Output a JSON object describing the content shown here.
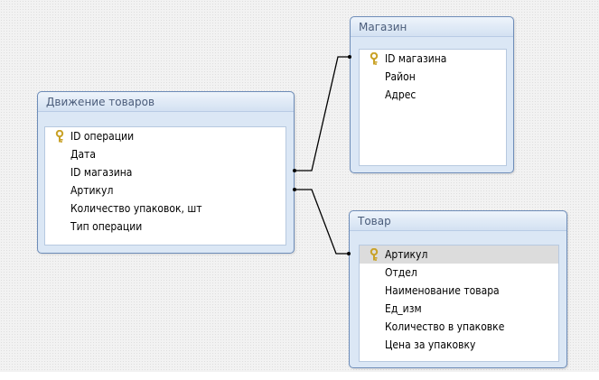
{
  "relationship_window": {
    "tables": [
      {
        "name": "Движение товаров",
        "fields": [
          {
            "label": "ID операции",
            "primary_key": true
          },
          {
            "label": "Дата",
            "primary_key": false
          },
          {
            "label": "ID магазина",
            "primary_key": false
          },
          {
            "label": "Артикул",
            "primary_key": false
          },
          {
            "label": "Количество упаковок, шт",
            "primary_key": false
          },
          {
            "label": "Тип операции",
            "primary_key": false
          }
        ]
      },
      {
        "name": "Магазин",
        "fields": [
          {
            "label": "ID магазина",
            "primary_key": true
          },
          {
            "label": "Район",
            "primary_key": false
          },
          {
            "label": "Адрес",
            "primary_key": false
          }
        ]
      },
      {
        "name": "Товар",
        "fields": [
          {
            "label": "Артикул",
            "primary_key": true,
            "selected": true
          },
          {
            "label": "Отдел",
            "primary_key": false
          },
          {
            "label": "Наименование товара",
            "primary_key": false
          },
          {
            "label": "Ед_изм",
            "primary_key": false
          },
          {
            "label": "Количество в упаковке",
            "primary_key": false
          },
          {
            "label": "Цена за упаковку",
            "primary_key": false
          }
        ]
      }
    ],
    "relationships": [
      {
        "from_table": "Движение товаров",
        "from_field": "ID магазина",
        "to_table": "Магазин",
        "to_field": "ID магазина"
      },
      {
        "from_table": "Движение товаров",
        "from_field": "Артикул",
        "to_table": "Товар",
        "to_field": "Артикул"
      }
    ]
  },
  "colors": {
    "title_text": "#4a5c7a",
    "window_border": "#6d8cb8",
    "window_fill": "#dbe7f5",
    "selected_row": "#dcdcdc",
    "key_icon": "#c9a227",
    "connector": "#000000"
  },
  "icons": {
    "primary_key": "key-icon"
  }
}
